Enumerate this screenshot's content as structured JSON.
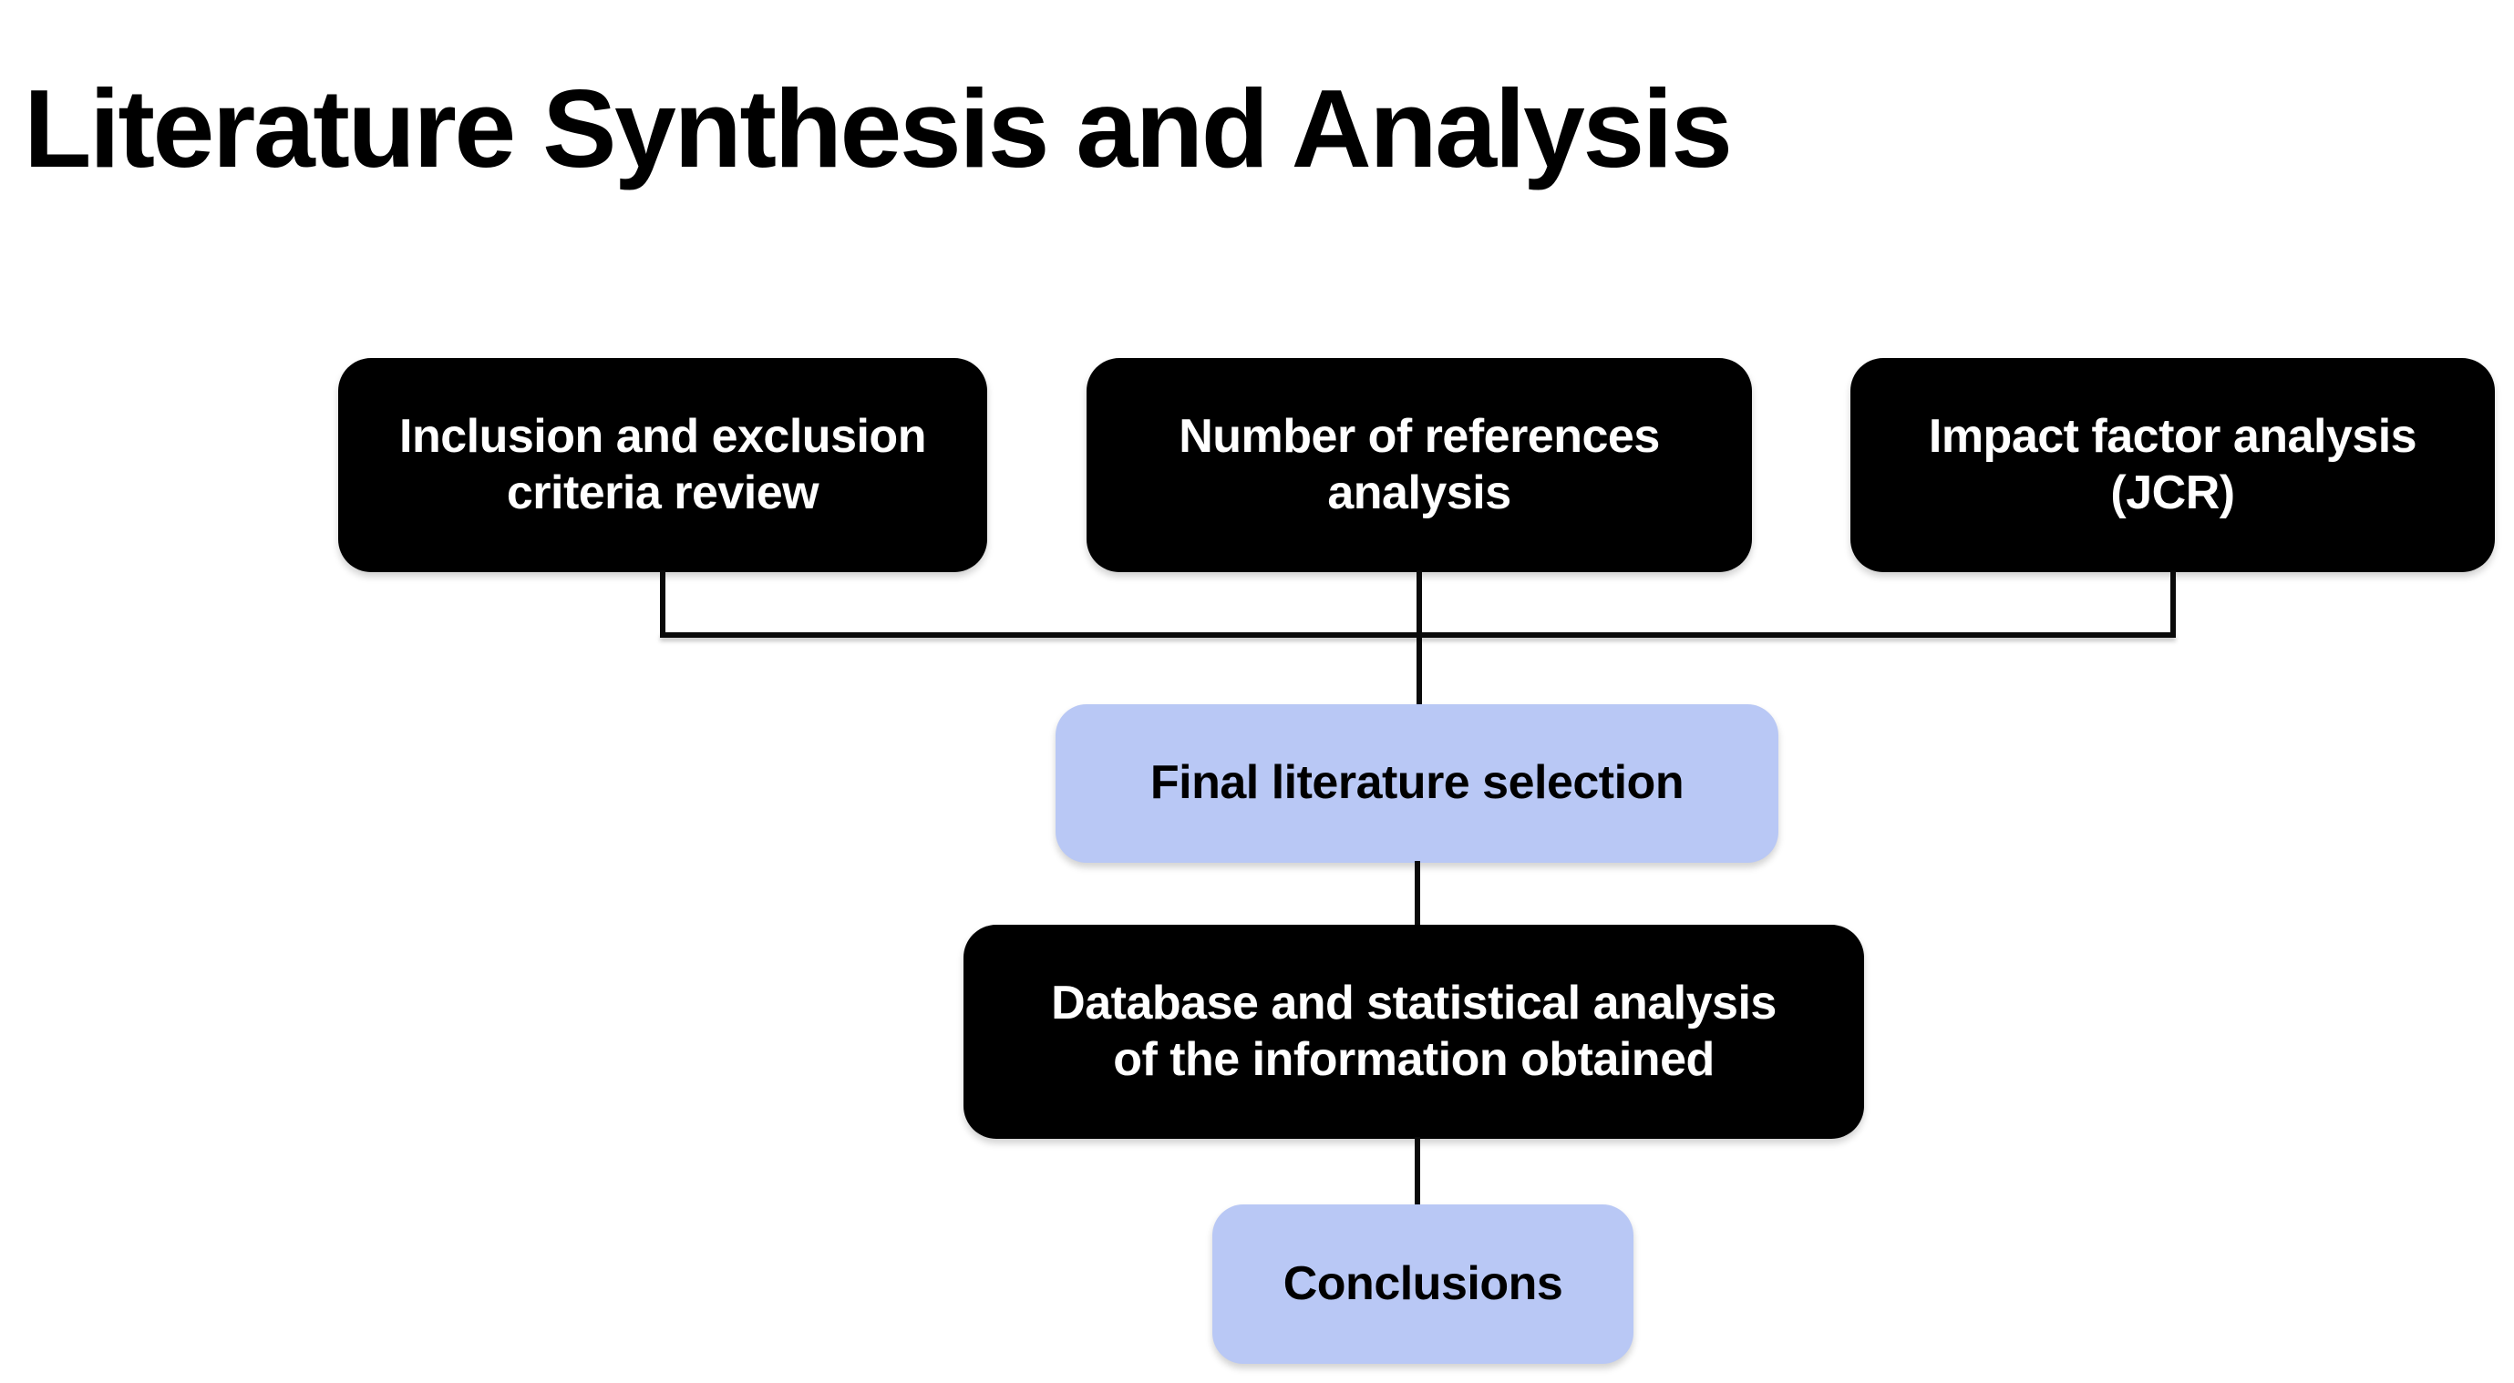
{
  "page": {
    "title": "Literature Synthesis and Analysis"
  },
  "colors": {
    "background": "#ffffff",
    "node_dark_fill": "#000000",
    "node_dark_text": "#ffffff",
    "node_light_fill": "#b9c8f5",
    "node_light_text": "#000000",
    "connector": "#0a0a0a",
    "title_text": "#000000"
  },
  "flowchart": {
    "nodes": [
      {
        "id": "inclusion-exclusion-criteria",
        "style": "dark",
        "label": "Inclusion and exclusion\ncriteria review"
      },
      {
        "id": "number-of-references",
        "style": "dark",
        "label": "Number of references\nanalysis"
      },
      {
        "id": "impact-factor-jcr",
        "style": "dark",
        "label": "Impact factor analysis\n(JCR)"
      },
      {
        "id": "final-literature-selection",
        "style": "light",
        "label": "Final literature selection"
      },
      {
        "id": "database-statistical-analysis",
        "style": "dark",
        "label": "Database and statistical analysis\nof the information obtained"
      },
      {
        "id": "conclusions",
        "style": "light",
        "label": "Conclusions"
      }
    ],
    "edges": [
      {
        "from": "inclusion-exclusion-criteria",
        "to": "final-literature-selection"
      },
      {
        "from": "number-of-references",
        "to": "final-literature-selection"
      },
      {
        "from": "impact-factor-jcr",
        "to": "final-literature-selection"
      },
      {
        "from": "final-literature-selection",
        "to": "database-statistical-analysis"
      },
      {
        "from": "database-statistical-analysis",
        "to": "conclusions"
      }
    ]
  }
}
